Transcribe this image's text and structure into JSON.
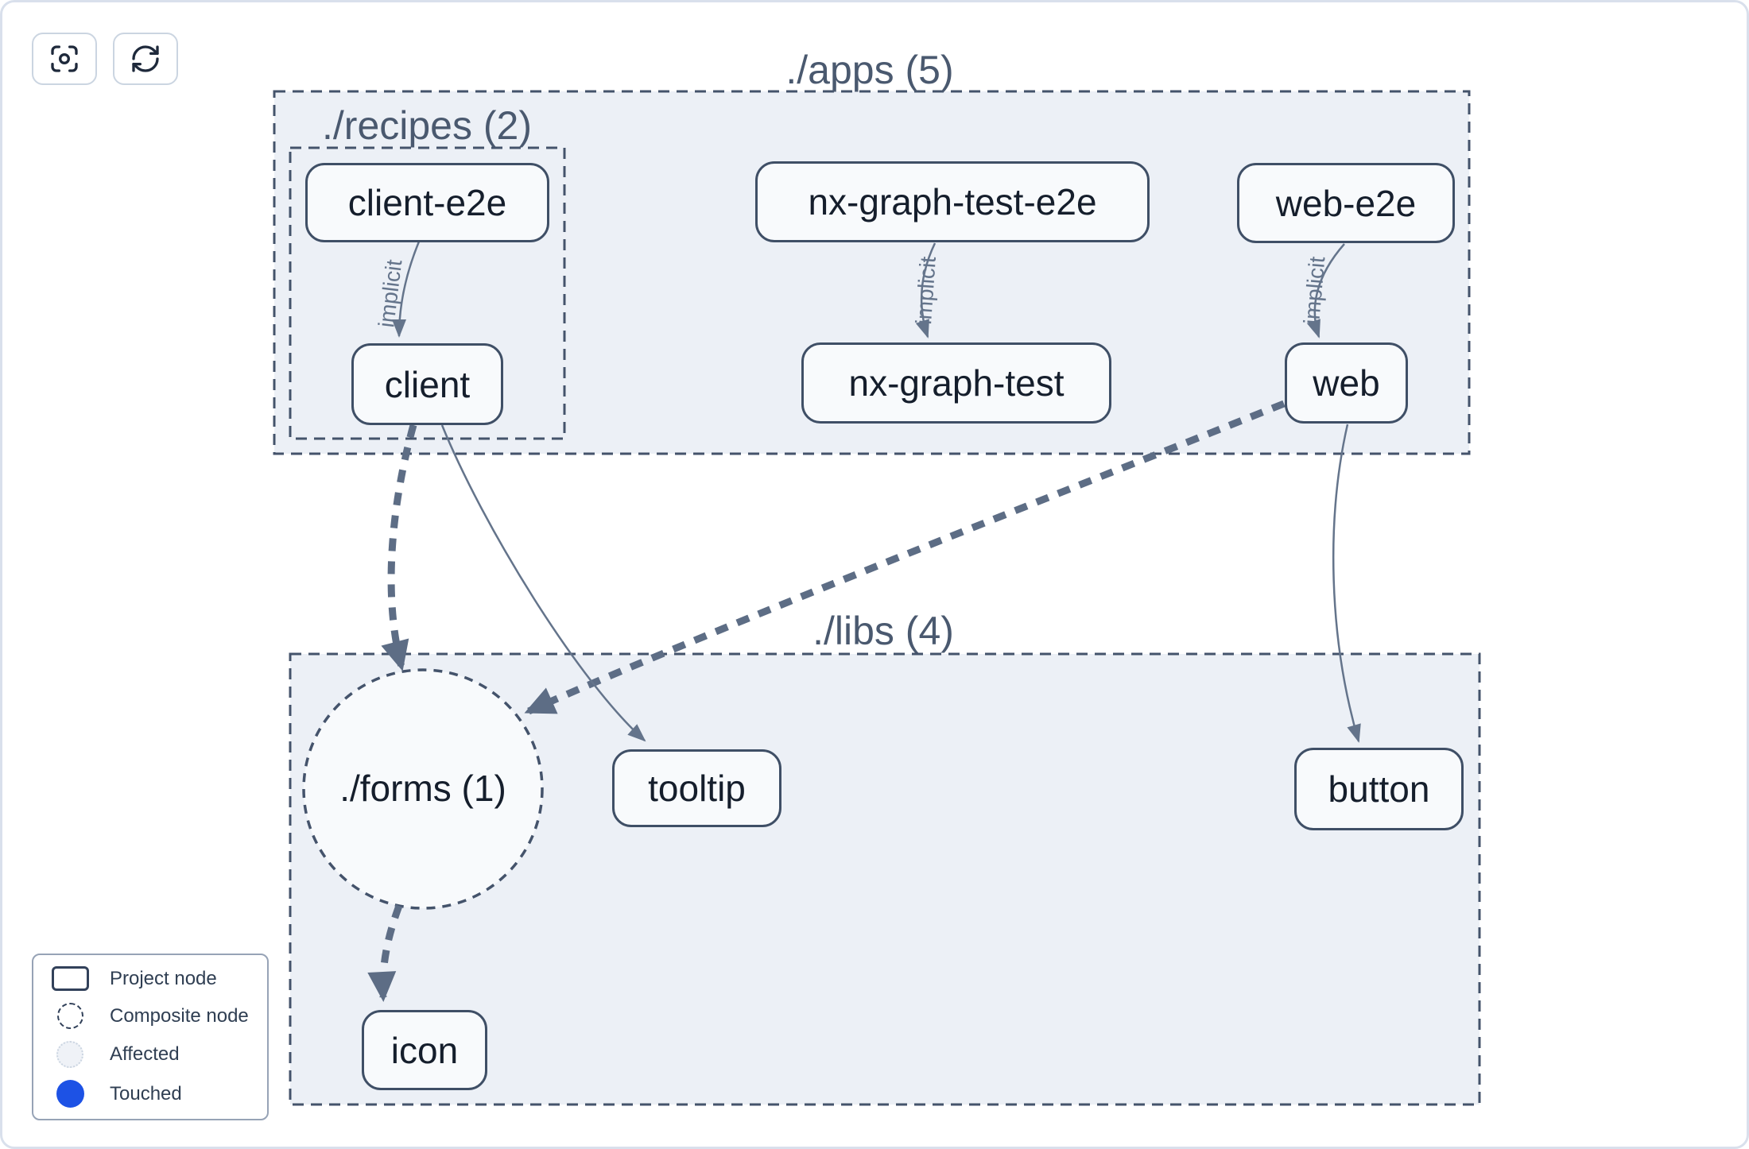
{
  "toolbar": {
    "buttons": [
      {
        "id": "focus",
        "icon": "crosshair-focus-icon"
      },
      {
        "id": "refresh",
        "icon": "refresh-icon"
      }
    ]
  },
  "graph": {
    "groups": [
      {
        "id": "apps",
        "label": "./apps (5)"
      },
      {
        "id": "recipes",
        "label": "./recipes (2)"
      },
      {
        "id": "libs",
        "label": "./libs (4)"
      }
    ],
    "composite_nodes": [
      {
        "id": "forms",
        "label": "./forms (1)"
      }
    ],
    "nodes": [
      {
        "id": "client-e2e",
        "label": "client-e2e",
        "group": "./recipes"
      },
      {
        "id": "nx-graph-test-e2e",
        "label": "nx-graph-test-e2e",
        "group": "./apps"
      },
      {
        "id": "web-e2e",
        "label": "web-e2e",
        "group": "./apps"
      },
      {
        "id": "client",
        "label": "client",
        "group": "./recipes"
      },
      {
        "id": "nx-graph-test",
        "label": "nx-graph-test",
        "group": "./apps"
      },
      {
        "id": "web",
        "label": "web",
        "group": "./apps"
      },
      {
        "id": "tooltip",
        "label": "tooltip",
        "group": "./libs"
      },
      {
        "id": "button",
        "label": "button",
        "group": "./libs"
      },
      {
        "id": "icon",
        "label": "icon",
        "group": "./libs"
      }
    ],
    "edges": [
      {
        "from": "client-e2e",
        "to": "client",
        "label": "implicit",
        "style": "solid-thin"
      },
      {
        "from": "nx-graph-test-e2e",
        "to": "nx-graph-test",
        "label": "implicit",
        "style": "solid-thin"
      },
      {
        "from": "web-e2e",
        "to": "web",
        "label": "implicit",
        "style": "solid-thin"
      },
      {
        "from": "client",
        "to": "./forms (1)",
        "label": "",
        "style": "dashed-thick"
      },
      {
        "from": "client",
        "to": "tooltip",
        "label": "",
        "style": "solid-thin"
      },
      {
        "from": "web",
        "to": "./forms (1)",
        "label": "",
        "style": "dashed-thick"
      },
      {
        "from": "web",
        "to": "button",
        "label": "",
        "style": "solid-thin"
      },
      {
        "from": "./forms (1)",
        "to": "icon",
        "label": "",
        "style": "dashed-thick"
      }
    ]
  },
  "legend": {
    "items": [
      {
        "label": "Project node",
        "swatch": "project-node"
      },
      {
        "label": "Composite node",
        "swatch": "composite-node"
      },
      {
        "label": "Affected",
        "swatch": "affected"
      },
      {
        "label": "Touched",
        "swatch": "touched"
      }
    ]
  },
  "colors": {
    "touched": "#1d52e5",
    "container_fill": "#ecf0f6",
    "node_fill": "#f8fafc",
    "dashed_border": "#44536b",
    "edge_thin": "#64748b",
    "edge_thick": "#5d6d85",
    "node_text": "#151e2c",
    "group_label_text": "#4a596f"
  }
}
